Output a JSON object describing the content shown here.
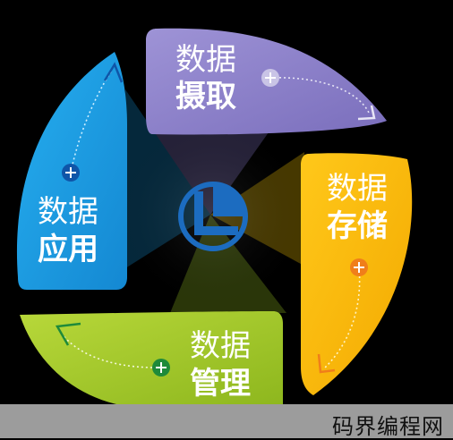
{
  "segments": [
    {
      "id": "acquisition",
      "line1": "数据",
      "line2": "摄取",
      "color": "#8B7FC7",
      "plus_color": "#C9C4E6"
    },
    {
      "id": "storage",
      "line1": "数据",
      "line2": "存储",
      "color": "#F6B800",
      "plus_color": "#F07E1A"
    },
    {
      "id": "management",
      "line1": "数据",
      "line2": "管理",
      "color": "#A5C928",
      "plus_color": "#1E8A3A"
    },
    {
      "id": "application",
      "line1": "数据",
      "line2": "应用",
      "color": "#1E9FE3",
      "plus_color": "#0F55A8"
    }
  ],
  "center_icon": "pie-chart-icon",
  "watermark": "码界编程网"
}
